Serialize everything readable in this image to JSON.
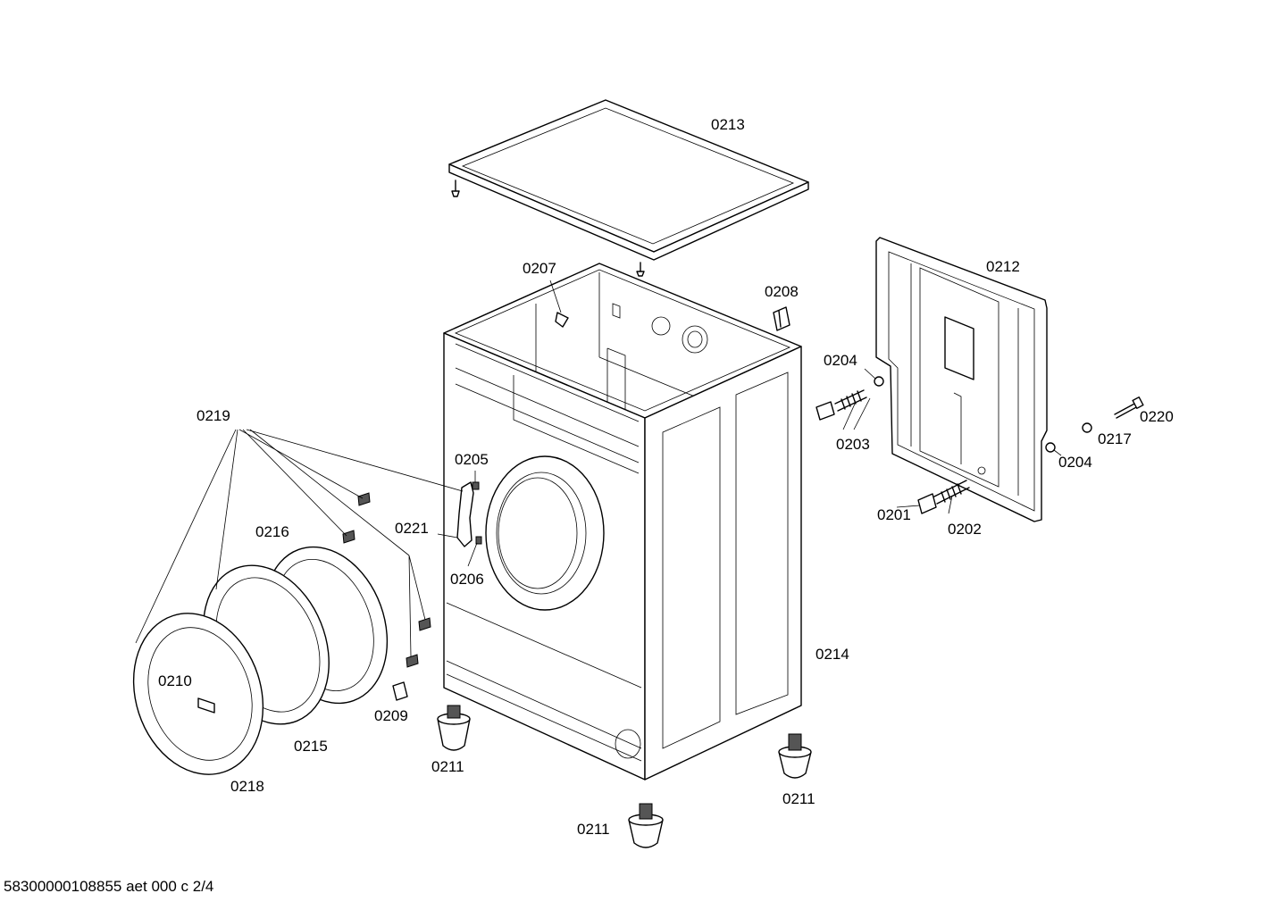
{
  "labels": {
    "l0201": "0201",
    "l0202": "0202",
    "l0203": "0203",
    "l0204": "0204",
    "l0205": "0205",
    "l0206": "0206",
    "l0207": "0207",
    "l0208": "0208",
    "l0209": "0209",
    "l0210": "0210",
    "l0211": "0211",
    "l0212": "0212",
    "l0213": "0213",
    "l0214": "0214",
    "l0215": "0215",
    "l0216": "0216",
    "l0217": "0217",
    "l0218": "0218",
    "l0219": "0219",
    "l0220": "0220",
    "l0221": "0221"
  },
  "footer": "58300000108855 aet 000 c 2/4"
}
